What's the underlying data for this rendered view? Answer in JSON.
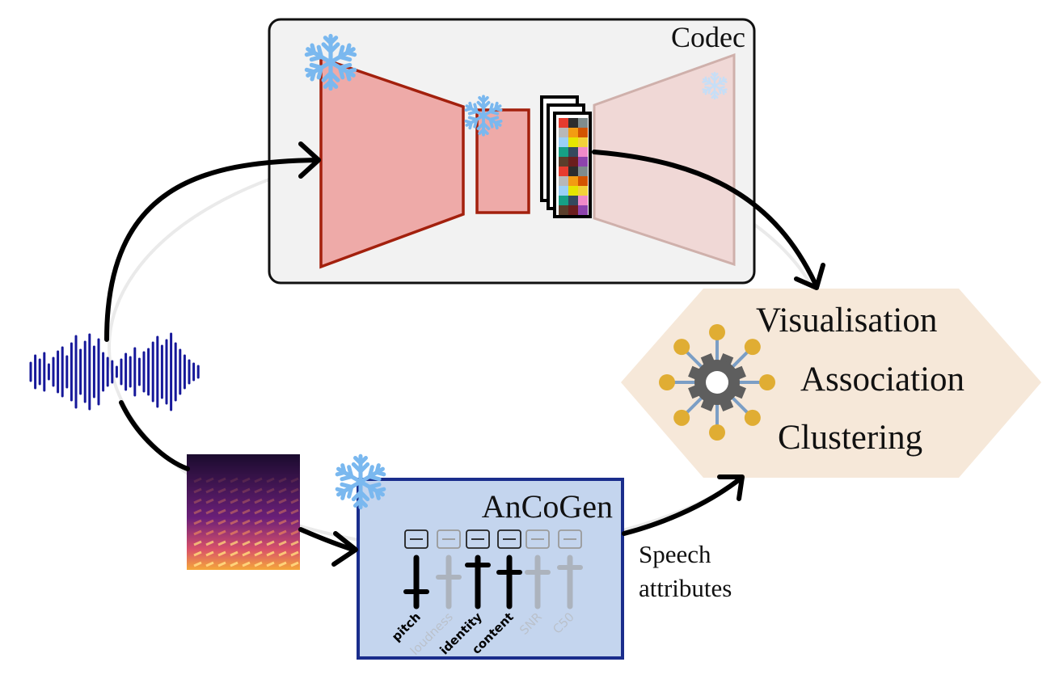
{
  "codec": {
    "title": "Codec"
  },
  "hexagon": {
    "items": [
      "Visualisation",
      "Association",
      "Clustering"
    ]
  },
  "ancogen": {
    "title": "AnCoGen",
    "sliders": [
      {
        "label": "pitch",
        "active": true,
        "level": 0.7
      },
      {
        "label": "loudness",
        "active": false,
        "level": 0.4
      },
      {
        "label": "identity",
        "active": true,
        "level": 0.15
      },
      {
        "label": "content",
        "active": true,
        "level": 0.3
      },
      {
        "label": "SNR",
        "active": false,
        "level": 0.3
      },
      {
        "label": "C50",
        "active": false,
        "level": 0.2
      }
    ]
  },
  "output_label": {
    "line1": "Speech",
    "line2": "attributes"
  },
  "colors": {
    "encoder_fill": "#eeaaa8",
    "encoder_stroke": "#a3200d",
    "decoder_fill": "#f0d8d6",
    "decoder_stroke": "#c9a6a2",
    "codec_bg": "#f2f2f2",
    "ancogen_bg": "#c4d5ee",
    "ancogen_stroke": "#1a2d8c",
    "hexagon_fill": "#f6e8d9",
    "waveform": "#16189a",
    "snowflake": "#7ab8ef",
    "node_yellow": "#e0ad33",
    "gear": "#5e5e5e",
    "spoke": "#7b9ec5"
  }
}
